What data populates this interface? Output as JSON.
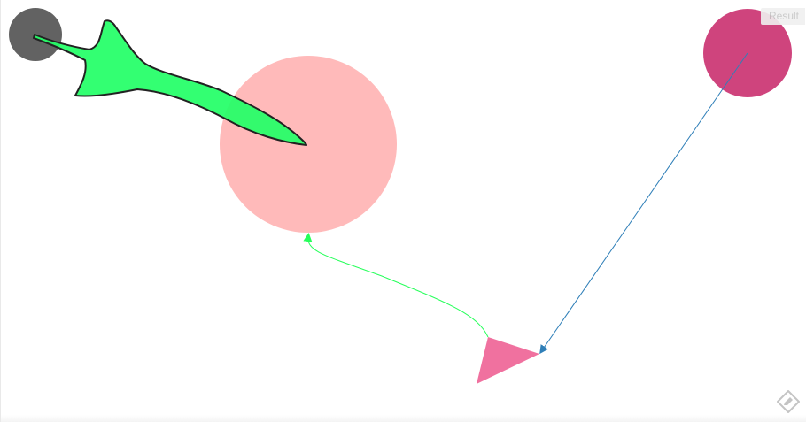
{
  "result_tab": {
    "label": "Result"
  },
  "colors": {
    "gray_circle": "#5a5a5a",
    "pink_circle": "#ffb3b3",
    "magenta_circle": "#cc3a76",
    "triangle": "#f0719f",
    "fish_fill": "#22ff66",
    "fish_stroke": "#222222",
    "green_arrow": "#26ff5a",
    "blue_arrow": "#2f7fb8",
    "edit_icon": "#c4c4c4"
  },
  "shapes": [
    {
      "name": "gray-circle",
      "kind": "circle",
      "color_key": "gray_circle"
    },
    {
      "name": "pink-circle",
      "kind": "circle",
      "color_key": "pink_circle"
    },
    {
      "name": "magenta-circle",
      "kind": "circle",
      "color_key": "magenta_circle"
    },
    {
      "name": "pink-triangle",
      "kind": "triangle",
      "color_key": "triangle"
    },
    {
      "name": "green-fish-shape",
      "kind": "freeform",
      "color_key": "fish_fill"
    }
  ],
  "connectors": [
    {
      "name": "green-curved-arrow",
      "from": "pink-triangle",
      "to": "pink-circle",
      "color_key": "green_arrow"
    },
    {
      "name": "blue-straight-arrow",
      "from": "magenta-circle",
      "to": "pink-triangle",
      "color_key": "blue_arrow"
    }
  ],
  "icons": {
    "edit": "pencil-edit-icon"
  }
}
